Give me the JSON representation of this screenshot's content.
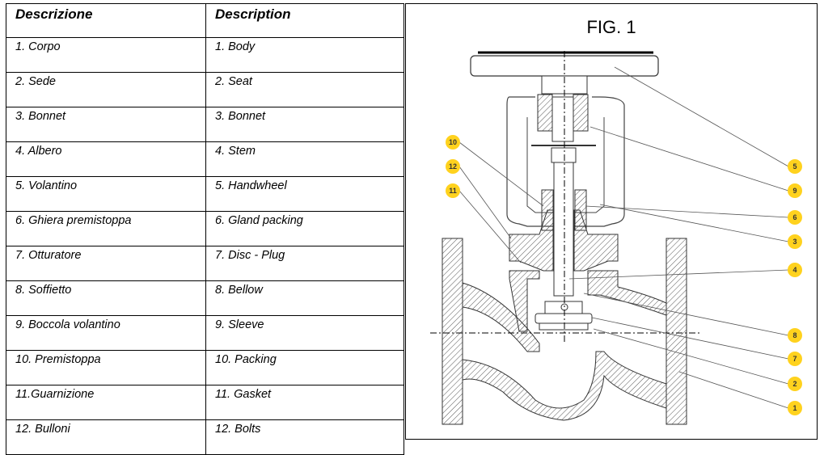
{
  "table": {
    "headers": [
      "Descrizione",
      "Description"
    ],
    "rows": [
      [
        "1. Corpo",
        "1. Body"
      ],
      [
        "2. Sede",
        "2. Seat"
      ],
      [
        "3. Bonnet",
        "3. Bonnet"
      ],
      [
        "4. Albero",
        "4. Stem"
      ],
      [
        "5. Volantino",
        "5. Handwheel"
      ],
      [
        "6. Ghiera premistoppa",
        "6. Gland packing"
      ],
      [
        "7. Otturatore",
        "7. Disc - Plug"
      ],
      [
        "8. Soffietto",
        "8. Bellow"
      ],
      [
        "9. Boccola volantino",
        "9. Sleeve"
      ],
      [
        "10. Premistoppa",
        "10. Packing"
      ],
      [
        "11.Guarnizione",
        "11. Gasket"
      ],
      [
        "12. Bulloni",
        "12. Bolts"
      ]
    ]
  },
  "figure": {
    "title": "FIG. 1",
    "badge_color": "#FFD21E",
    "callouts": {
      "left": [
        "10",
        "12",
        "11"
      ],
      "right": [
        "5",
        "9",
        "6",
        "3",
        "4",
        "8",
        "7",
        "2",
        "1"
      ]
    }
  }
}
